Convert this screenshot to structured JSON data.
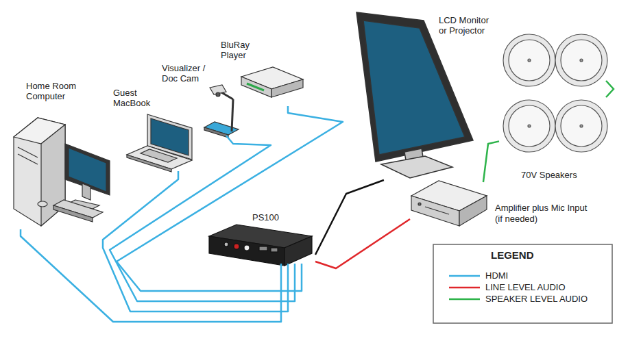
{
  "diagram": {
    "nodes": [
      {
        "text": [
          "Home Room Computer"
        ]
      },
      {
        "text": [
          "Guest MacBook"
        ]
      },
      {
        "text": [
          "Visualizer / Doc Cam"
        ]
      },
      {
        "text": [
          "BluRay Player"
        ]
      },
      {
        "text": [
          "PS100"
        ]
      },
      {
        "text": [
          "LCD Monitor or Projector"
        ]
      },
      {
        "text": [
          "70V Speakers"
        ]
      },
      {
        "text": [
          "Amplifier plus Mic Input",
          "(if needed)"
        ]
      }
    ],
    "edges": [
      {
        "from": 0,
        "to": 4,
        "arrow": "none"
      },
      {
        "from": 1,
        "to": 4,
        "arrow": "none"
      },
      {
        "from": 2,
        "to": 4,
        "arrow": "none"
      },
      {
        "from": 3,
        "to": 4,
        "arrow": "none"
      },
      {
        "from": 4,
        "to": 5,
        "arrow": "none"
      },
      {
        "from": 4,
        "to": 7,
        "arrow": "none"
      },
      {
        "from": 7,
        "to": 6,
        "arrow": "none"
      }
    ],
    "labels": [
      "LEGEND"
    ],
    "legend": [
      {
        "text": "HDMI"
      },
      {
        "text": "LINE LEVEL AUDIO"
      },
      {
        "text": "SPEAKER LEVEL AUDIO"
      }
    ]
  }
}
